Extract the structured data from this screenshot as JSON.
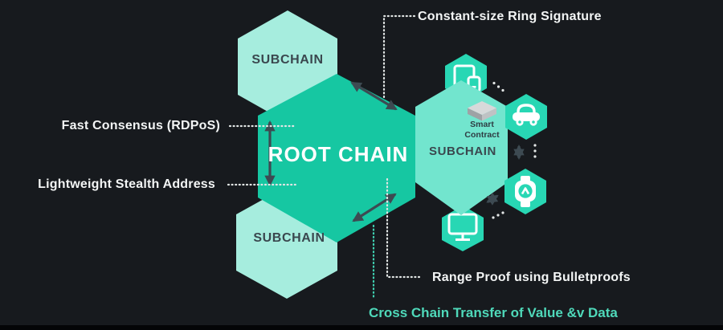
{
  "diagram_title": "Blockchain root chain and subchain architecture",
  "hexagons": {
    "root": {
      "label": "ROOT CHAIN"
    },
    "subchain_top_left": {
      "label": "SUBCHAIN"
    },
    "subchain_bottom_left": {
      "label": "SUBCHAIN"
    },
    "subchain_right": {
      "label": "SUBCHAIN"
    }
  },
  "smart_contract": {
    "line1": "Smart",
    "line2": "Contract"
  },
  "annotations": {
    "ring_signature": "Constant-size Ring Signature",
    "fast_consensus": "Fast Consensus (RDPoS)",
    "stealth_address": "Lightweight Stealth Address",
    "range_proof": "Range Proof using Bulletproofs",
    "cross_chain": "Cross Chain Transfer of Value &v Data"
  },
  "icons": {
    "devices": "tablet-phone-icon",
    "car": "car-icon",
    "watch": "smartwatch-icon",
    "monitor": "desktop-monitor-icon",
    "contract_box": "smart-contract-box-icon"
  },
  "colors": {
    "background": "#171A1E",
    "root_chain": "#16C7A2",
    "subchain_light": "#A6EDDE",
    "subchain_right": "#72E5CE",
    "icon_hexagon": "#28D7B4",
    "arrow": "#3D4A52",
    "dark_label": "#3A474E",
    "white_label": "#F3F5F5",
    "accent_teal": "#4FD9BA"
  }
}
